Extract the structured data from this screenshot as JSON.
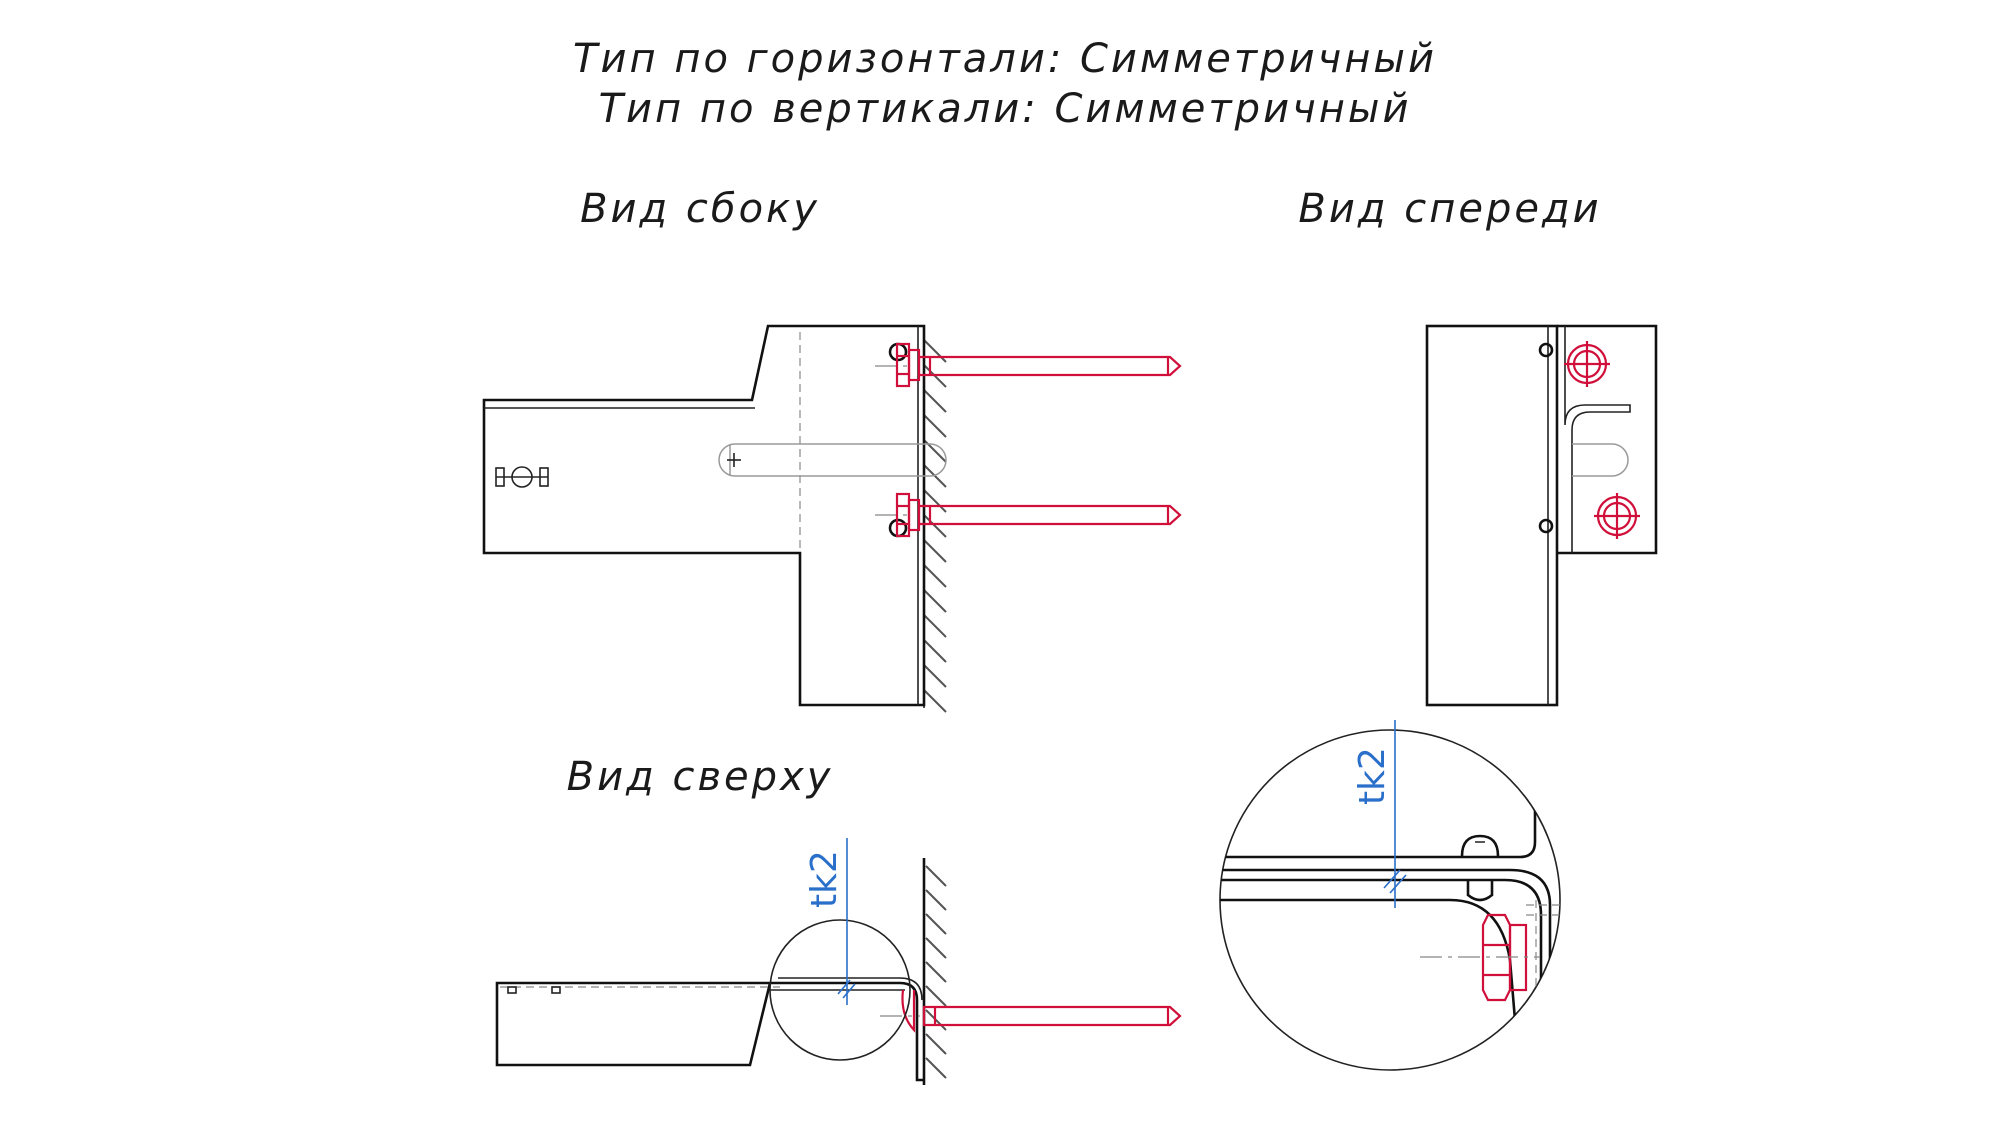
{
  "header": {
    "line1": "Тип по горизонтали: Симметричный",
    "line2": "Тип по вертикали: Симметричный"
  },
  "views": {
    "side": "Вид сбоку",
    "front": "Вид спереди",
    "top": "Вид сверху"
  },
  "dimensions": {
    "thickness_label": "tk2"
  },
  "colors": {
    "outline": "#111111",
    "anchor": "#d0103a",
    "dimension": "#2a6fc9",
    "hatch": "#555555"
  }
}
